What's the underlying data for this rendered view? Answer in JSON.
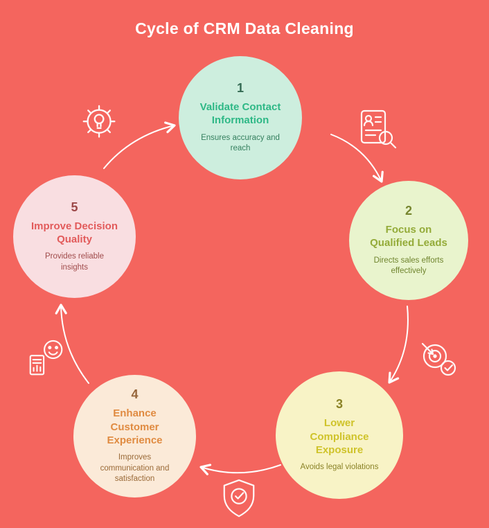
{
  "title": "Cycle of CRM Data Cleaning",
  "background_color": "#f4655e",
  "arrow_color": "#ffffff",
  "nodes": [
    {
      "number": "1",
      "title": "Validate Contact Information",
      "subtitle": "Ensures accuracy and reach",
      "bg": "#cdeede",
      "title_color": "#2eb886",
      "subtitle_color": "#35805f",
      "number_color": "#356b54"
    },
    {
      "number": "2",
      "title": "Focus on Qualified Leads",
      "subtitle": "Directs sales efforts effectively",
      "bg": "#e9f4cd",
      "title_color": "#94ab39",
      "subtitle_color": "#70852f",
      "number_color": "#77862f"
    },
    {
      "number": "3",
      "title": "Lower Compliance Exposure",
      "subtitle": "Avoids legal violations",
      "bg": "#f8f3c6",
      "title_color": "#cfc32a",
      "subtitle_color": "#8a8226",
      "number_color": "#8b8226"
    },
    {
      "number": "4",
      "title": "Enhance Customer Experience",
      "subtitle": "Improves communication and satisfaction",
      "bg": "#fbead8",
      "title_color": "#e08b41",
      "subtitle_color": "#9a6a38",
      "number_color": "#96653a"
    },
    {
      "number": "5",
      "title": "Improve Decision Quality",
      "subtitle": "Provides reliable insights",
      "bg": "#f9dee1",
      "title_color": "#e25b5b",
      "subtitle_color": "#a04b4b",
      "number_color": "#9c4848"
    }
  ],
  "icons": {
    "top_left": "gear-idea-icon",
    "top_right": "lead-search-icon",
    "right": "target-check-icon",
    "bottom": "shield-check-icon",
    "left": "customer-satisfaction-icon"
  },
  "arrows": [
    "5-to-1",
    "1-to-2",
    "2-to-3",
    "3-to-4",
    "4-to-5"
  ]
}
